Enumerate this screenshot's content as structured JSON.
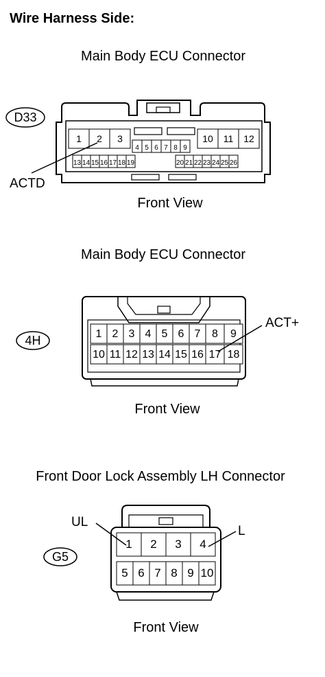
{
  "header": "Wire Harness Side:",
  "front_view_label": "Front View",
  "connectors": [
    {
      "id": "D33",
      "title": "Main Body ECU Connector",
      "top_row_left": [
        "1",
        "2",
        "3"
      ],
      "top_row_right": [
        "10",
        "11",
        "12"
      ],
      "middle_row": [
        "4",
        "5",
        "6",
        "7",
        "8",
        "9"
      ],
      "bottom_row_left": [
        "13",
        "14",
        "15",
        "16",
        "17",
        "18",
        "19"
      ],
      "bottom_row_right": [
        "20",
        "21",
        "22",
        "23",
        "24",
        "25",
        "26"
      ],
      "callout": "ACTD"
    },
    {
      "id": "4H",
      "title": "Main Body ECU Connector",
      "row1": [
        "1",
        "2",
        "3",
        "4",
        "5",
        "6",
        "7",
        "8",
        "9"
      ],
      "row2": [
        "10",
        "11",
        "12",
        "13",
        "14",
        "15",
        "16",
        "17",
        "18"
      ],
      "callout": "ACT+"
    },
    {
      "id": "G5",
      "title": "Front Door Lock Assembly LH Connector",
      "row1": [
        "1",
        "2",
        "3",
        "4"
      ],
      "row2": [
        "5",
        "6",
        "7",
        "8",
        "9",
        "10"
      ],
      "callout_left": "UL",
      "callout_right": "L"
    }
  ]
}
